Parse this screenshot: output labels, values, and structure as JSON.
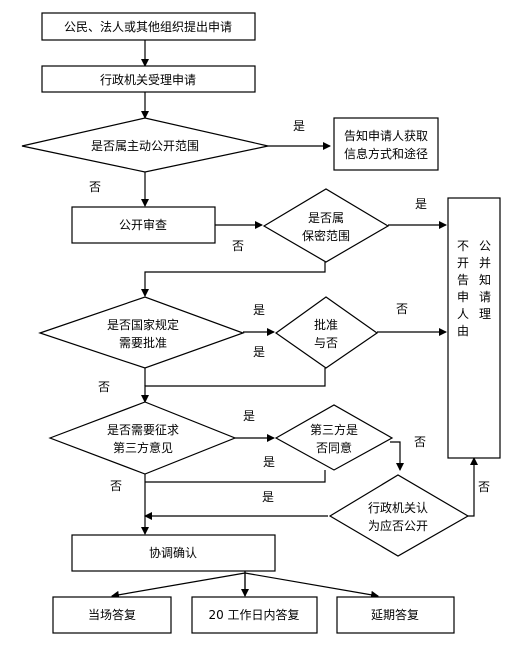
{
  "nodes": {
    "apply": "公民、法人或其他组织提出申请",
    "accept": "行政机关受理申请",
    "q_proactive": "是否属主动公开范围",
    "notify_line1": "告知申请人获取",
    "notify_line2": "信息方式和途径",
    "review": "公开审查",
    "q_secret_line1": "是否属",
    "q_secret_line2": "保密范围",
    "q_state_line1": "是否国家规定",
    "q_state_line2": "需要批准",
    "approve_line1": "批准",
    "approve_line2": "与否",
    "q_solicit_line1": "是否需要征求",
    "q_solicit_line2": "第三方意见",
    "third_line1": "第三方是",
    "third_line2": "否同意",
    "agency_line1": "行政机关认",
    "agency_line2": "为应否公开",
    "coordinate": "协调确认",
    "reply_now": "当场答复",
    "reply_20": "20 工作日内答复",
    "reply_ext": "延期答复",
    "nopub_col1": "不开告申人由",
    "nopub_col2": "公并知请理"
  },
  "labels": {
    "yes": "是",
    "no": "否"
  }
}
